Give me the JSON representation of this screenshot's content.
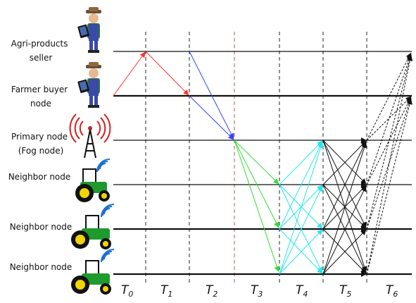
{
  "nodes": [
    {
      "label_lines": [
        "Agri-products",
        "seller"
      ],
      "icon": "farmer-tablet-icon"
    },
    {
      "label_lines": [
        "Farmer buyer",
        "node"
      ],
      "icon": "farmer-tablet-icon"
    },
    {
      "label_lines": [
        "Primary node",
        "(Fog node)"
      ],
      "icon": "radio-tower-icon"
    },
    {
      "label_lines": [
        "Neighbor node"
      ],
      "icon": "tractor-wifi-icon"
    },
    {
      "label_lines": [
        "Neighbor node"
      ],
      "icon": "tractor-wifi-icon"
    },
    {
      "label_lines": [
        "Neighbor node"
      ],
      "icon": "tractor-wifi-icon"
    }
  ],
  "time_slots": [
    {
      "base": "T",
      "sub": "0"
    },
    {
      "base": "T",
      "sub": "1"
    },
    {
      "base": "T",
      "sub": "2"
    },
    {
      "base": "T",
      "sub": "3"
    },
    {
      "base": "T",
      "sub": "4"
    },
    {
      "base": "T",
      "sub": "5"
    },
    {
      "base": "T",
      "sub": "6"
    }
  ],
  "messages": [
    {
      "from_node": 1,
      "to_node": 0,
      "from_t": 0,
      "to_t": 1,
      "color": "#ff3333",
      "style": "solid"
    },
    {
      "from_node": 0,
      "to_node": 1,
      "from_t": 1,
      "to_t": 2,
      "color": "#ff3333",
      "style": "solid"
    },
    {
      "from_node": 0,
      "to_node": 2,
      "from_t": 2,
      "to_t": 3,
      "color": "#3344ff",
      "style": "solid"
    },
    {
      "from_node": 1,
      "to_node": 2,
      "from_t": 2,
      "to_t": 3,
      "color": "#3344ff",
      "style": "solid"
    },
    {
      "from_node": 2,
      "to_node": 3,
      "from_t": 3,
      "to_t": 4,
      "color": "#33dd33",
      "style": "solid"
    },
    {
      "from_node": 2,
      "to_node": 4,
      "from_t": 3,
      "to_t": 4,
      "color": "#33dd33",
      "style": "solid"
    },
    {
      "from_node": 2,
      "to_node": 5,
      "from_t": 3,
      "to_t": 4,
      "color": "#33dd33",
      "style": "solid"
    },
    {
      "from_node": 3,
      "to_node": 2,
      "from_t": 4,
      "to_t": 5,
      "color": "#22e8f0",
      "style": "solid"
    },
    {
      "from_node": 3,
      "to_node": 4,
      "from_t": 4,
      "to_t": 5,
      "color": "#22e8f0",
      "style": "solid"
    },
    {
      "from_node": 3,
      "to_node": 5,
      "from_t": 4,
      "to_t": 5,
      "color": "#22e8f0",
      "style": "solid"
    },
    {
      "from_node": 4,
      "to_node": 2,
      "from_t": 4,
      "to_t": 5,
      "color": "#22e8f0",
      "style": "solid"
    },
    {
      "from_node": 4,
      "to_node": 3,
      "from_t": 4,
      "to_t": 5,
      "color": "#22e8f0",
      "style": "solid"
    },
    {
      "from_node": 4,
      "to_node": 5,
      "from_t": 4,
      "to_t": 5,
      "color": "#22e8f0",
      "style": "solid"
    },
    {
      "from_node": 5,
      "to_node": 2,
      "from_t": 4,
      "to_t": 5,
      "color": "#22e8f0",
      "style": "solid"
    },
    {
      "from_node": 5,
      "to_node": 3,
      "from_t": 4,
      "to_t": 5,
      "color": "#22e8f0",
      "style": "solid"
    },
    {
      "from_node": 5,
      "to_node": 4,
      "from_t": 4,
      "to_t": 5,
      "color": "#22e8f0",
      "style": "solid"
    },
    {
      "from_node": 2,
      "to_node": 2,
      "from_t": 5,
      "to_t": 6,
      "color": "#111111",
      "style": "solid"
    },
    {
      "from_node": 2,
      "to_node": 3,
      "from_t": 5,
      "to_t": 6,
      "color": "#111111",
      "style": "solid"
    },
    {
      "from_node": 2,
      "to_node": 4,
      "from_t": 5,
      "to_t": 6,
      "color": "#111111",
      "style": "solid"
    },
    {
      "from_node": 2,
      "to_node": 5,
      "from_t": 5,
      "to_t": 6,
      "color": "#111111",
      "style": "solid"
    },
    {
      "from_node": 3,
      "to_node": 2,
      "from_t": 5,
      "to_t": 6,
      "color": "#111111",
      "style": "solid"
    },
    {
      "from_node": 3,
      "to_node": 3,
      "from_t": 5,
      "to_t": 6,
      "color": "#111111",
      "style": "solid"
    },
    {
      "from_node": 3,
      "to_node": 4,
      "from_t": 5,
      "to_t": 6,
      "color": "#111111",
      "style": "solid"
    },
    {
      "from_node": 3,
      "to_node": 5,
      "from_t": 5,
      "to_t": 6,
      "color": "#111111",
      "style": "solid"
    },
    {
      "from_node": 4,
      "to_node": 2,
      "from_t": 5,
      "to_t": 6,
      "color": "#111111",
      "style": "solid"
    },
    {
      "from_node": 4,
      "to_node": 3,
      "from_t": 5,
      "to_t": 6,
      "color": "#111111",
      "style": "solid"
    },
    {
      "from_node": 4,
      "to_node": 4,
      "from_t": 5,
      "to_t": 6,
      "color": "#111111",
      "style": "solid"
    },
    {
      "from_node": 4,
      "to_node": 5,
      "from_t": 5,
      "to_t": 6,
      "color": "#111111",
      "style": "solid"
    },
    {
      "from_node": 5,
      "to_node": 2,
      "from_t": 5,
      "to_t": 6,
      "color": "#111111",
      "style": "solid"
    },
    {
      "from_node": 5,
      "to_node": 3,
      "from_t": 5,
      "to_t": 6,
      "color": "#111111",
      "style": "solid"
    },
    {
      "from_node": 5,
      "to_node": 4,
      "from_t": 5,
      "to_t": 6,
      "color": "#111111",
      "style": "solid"
    },
    {
      "from_node": 5,
      "to_node": 5,
      "from_t": 5,
      "to_t": 6,
      "color": "#111111",
      "style": "solid"
    },
    {
      "from_node": 2,
      "to_node": 0,
      "from_t": 6,
      "to_t": 7,
      "color": "#111111",
      "style": "dashed"
    },
    {
      "from_node": 3,
      "to_node": 0,
      "from_t": 6,
      "to_t": 7,
      "color": "#111111",
      "style": "dashed"
    },
    {
      "from_node": 4,
      "to_node": 0,
      "from_t": 6,
      "to_t": 7,
      "color": "#111111",
      "style": "dashed"
    },
    {
      "from_node": 5,
      "to_node": 0,
      "from_t": 6,
      "to_t": 7,
      "color": "#111111",
      "style": "dashed"
    },
    {
      "from_node": 2,
      "to_node": 1,
      "from_t": 6,
      "to_t": 7,
      "color": "#111111",
      "style": "dashed"
    },
    {
      "from_node": 3,
      "to_node": 1,
      "from_t": 6,
      "to_t": 7,
      "color": "#111111",
      "style": "dashed"
    },
    {
      "from_node": 4,
      "to_node": 1,
      "from_t": 6,
      "to_t": 7,
      "color": "#111111",
      "style": "dashed"
    },
    {
      "from_node": 5,
      "to_node": 1,
      "from_t": 6,
      "to_t": 7,
      "color": "#111111",
      "style": "dashed"
    }
  ],
  "colors": {
    "red": "#ff3333",
    "blue": "#3344ff",
    "green": "#33dd33",
    "cyan": "#22e8f0",
    "black": "#111111",
    "tower_red": "#d62020",
    "tractor_green": "#1f9a2c",
    "wheel_yellow": "#f2d500",
    "wifi_blue": "#1a6fd6"
  }
}
